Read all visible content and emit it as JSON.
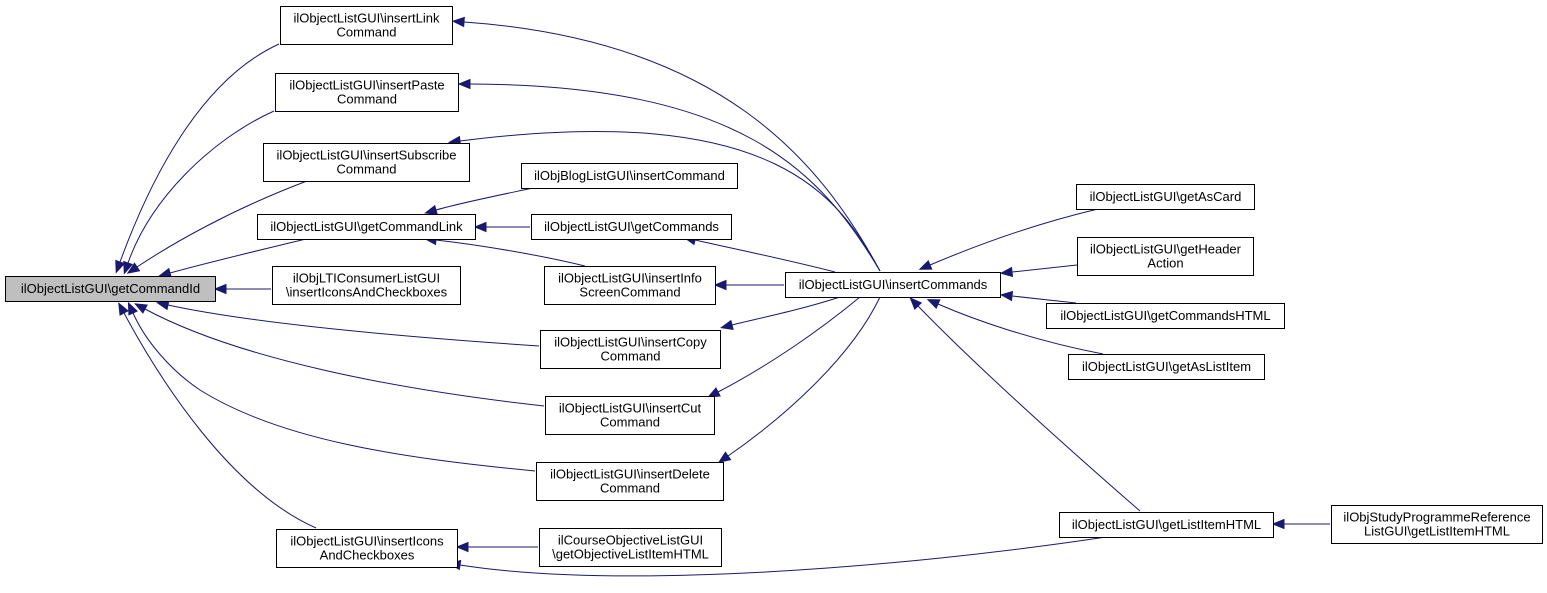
{
  "nodes": [
    {
      "id": "getCommandId",
      "lines": [
        "ilObjectListGUI\\getCommandId"
      ],
      "highlight": true
    },
    {
      "id": "insertLinkCommand",
      "lines": [
        "ilObjectListGUI\\insertLink",
        "Command"
      ]
    },
    {
      "id": "insertPasteCommand",
      "lines": [
        "ilObjectListGUI\\insertPaste",
        "Command"
      ]
    },
    {
      "id": "insertSubscribeCommand",
      "lines": [
        "ilObjectListGUI\\insertSubscribe",
        "Command"
      ]
    },
    {
      "id": "getCommandLink",
      "lines": [
        "ilObjectListGUI\\getCommandLink"
      ]
    },
    {
      "id": "ltiInsertIcons",
      "lines": [
        "ilObjLTIConsumerListGUI",
        "\\insertIconsAndCheckboxes"
      ]
    },
    {
      "id": "insertIconsAndCheckboxes",
      "lines": [
        "ilObjectListGUI\\insertIcons",
        "AndCheckboxes"
      ]
    },
    {
      "id": "blogInsertCommand",
      "lines": [
        "ilObjBlogListGUI\\insertCommand"
      ]
    },
    {
      "id": "getCommands",
      "lines": [
        "ilObjectListGUI\\getCommands"
      ]
    },
    {
      "id": "insertInfoScreenCommand",
      "lines": [
        "ilObjectListGUI\\insertInfo",
        "ScreenCommand"
      ]
    },
    {
      "id": "insertCopyCommand",
      "lines": [
        "ilObjectListGUI\\insertCopy",
        "Command"
      ]
    },
    {
      "id": "insertCutCommand",
      "lines": [
        "ilObjectListGUI\\insertCut",
        "Command"
      ]
    },
    {
      "id": "insertDeleteCommand",
      "lines": [
        "ilObjectListGUI\\insertDelete",
        "Command"
      ]
    },
    {
      "id": "courseObjective",
      "lines": [
        "ilCourseObjectiveListGUI",
        "\\getObjectiveListItemHTML"
      ]
    },
    {
      "id": "insertCommands",
      "lines": [
        "ilObjectListGUI\\insertCommands"
      ]
    },
    {
      "id": "getAsCard",
      "lines": [
        "ilObjectListGUI\\getAsCard"
      ]
    },
    {
      "id": "getHeaderAction",
      "lines": [
        "ilObjectListGUI\\getHeader",
        "Action"
      ]
    },
    {
      "id": "getCommandsHTML",
      "lines": [
        "ilObjectListGUI\\getCommandsHTML"
      ]
    },
    {
      "id": "getAsListItem",
      "lines": [
        "ilObjectListGUI\\getAsListItem"
      ]
    },
    {
      "id": "getListItemHTML",
      "lines": [
        "ilObjectListGUI\\getListItemHTML"
      ]
    },
    {
      "id": "studyProgramme",
      "lines": [
        "ilObjStudyProgrammeReference",
        "ListGUI\\getListItemHTML"
      ]
    }
  ],
  "edges": [
    {
      "from": "insertLinkCommand",
      "to": "getCommandId"
    },
    {
      "from": "insertPasteCommand",
      "to": "getCommandId"
    },
    {
      "from": "insertSubscribeCommand",
      "to": "getCommandId"
    },
    {
      "from": "getCommandLink",
      "to": "getCommandId"
    },
    {
      "from": "ltiInsertIcons",
      "to": "getCommandId"
    },
    {
      "from": "insertCopyCommand",
      "to": "getCommandId"
    },
    {
      "from": "insertCutCommand",
      "to": "getCommandId"
    },
    {
      "from": "insertDeleteCommand",
      "to": "getCommandId"
    },
    {
      "from": "insertIconsAndCheckboxes",
      "to": "getCommandId"
    },
    {
      "from": "blogInsertCommand",
      "to": "getCommandLink"
    },
    {
      "from": "getCommands",
      "to": "getCommandLink"
    },
    {
      "from": "insertInfoScreenCommand",
      "to": "getCommandLink"
    },
    {
      "from": "insertCommands",
      "to": "insertLinkCommand"
    },
    {
      "from": "insertCommands",
      "to": "insertPasteCommand"
    },
    {
      "from": "insertCommands",
      "to": "insertSubscribeCommand"
    },
    {
      "from": "insertCommands",
      "to": "getCommands"
    },
    {
      "from": "insertCommands",
      "to": "insertInfoScreenCommand"
    },
    {
      "from": "insertCommands",
      "to": "insertCopyCommand"
    },
    {
      "from": "insertCommands",
      "to": "insertCutCommand"
    },
    {
      "from": "insertCommands",
      "to": "insertDeleteCommand"
    },
    {
      "from": "getAsCard",
      "to": "insertCommands"
    },
    {
      "from": "getHeaderAction",
      "to": "insertCommands"
    },
    {
      "from": "getCommandsHTML",
      "to": "insertCommands"
    },
    {
      "from": "getAsListItem",
      "to": "insertCommands"
    },
    {
      "from": "getListItemHTML",
      "to": "insertCommands"
    },
    {
      "from": "courseObjective",
      "to": "insertIconsAndCheckboxes"
    },
    {
      "from": "getListItemHTML",
      "to": "insertIconsAndCheckboxes"
    },
    {
      "from": "studyProgramme",
      "to": "getListItemHTML"
    }
  ]
}
